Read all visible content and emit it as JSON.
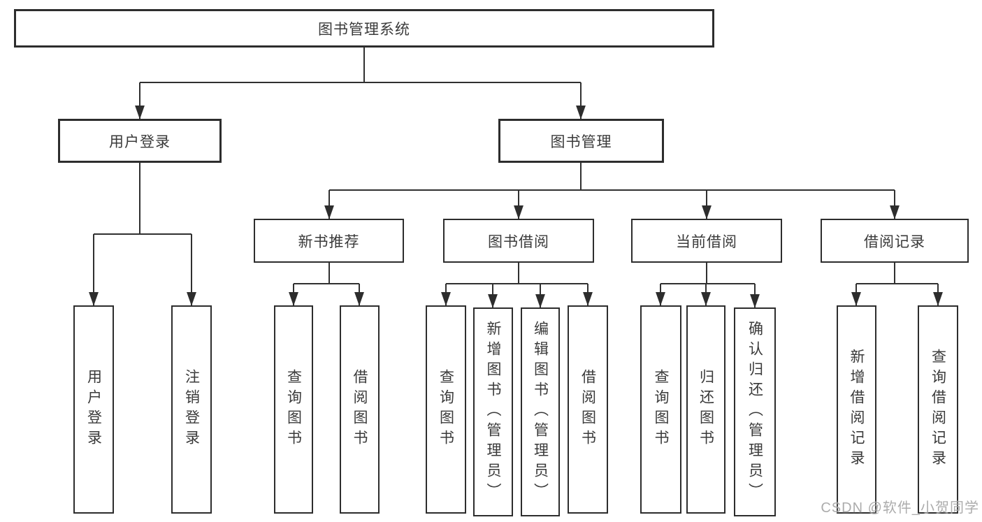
{
  "diagram": {
    "root": {
      "label": "图书管理系统"
    },
    "branches": [
      {
        "label": "用户登录",
        "children": [
          {
            "label": "用户登录"
          },
          {
            "label": "注销登录"
          }
        ]
      },
      {
        "label": "图书管理",
        "children": [
          {
            "label": "新书推荐",
            "children": [
              {
                "label": "查询图书"
              },
              {
                "label": "借阅图书"
              }
            ]
          },
          {
            "label": "图书借阅",
            "children": [
              {
                "label": "查询图书"
              },
              {
                "label": "新增图书（管理员）"
              },
              {
                "label": "编辑图书（管理员）"
              },
              {
                "label": "借阅图书"
              }
            ]
          },
          {
            "label": "当前借阅",
            "children": [
              {
                "label": "查询图书"
              },
              {
                "label": "归还图书"
              },
              {
                "label": "确认归还（管理员）"
              }
            ]
          },
          {
            "label": "借阅记录",
            "children": [
              {
                "label": "新增借阅记录"
              },
              {
                "label": "查询借阅记录"
              }
            ]
          }
        ]
      }
    ]
  },
  "watermark": {
    "text": "CSDN @软件_小贺同学"
  },
  "colors": {
    "line": "#303030",
    "box_border": "#2d2d2d",
    "text": "#3a3a3a",
    "background": "#ffffff",
    "watermark": "#9e9e9e"
  }
}
